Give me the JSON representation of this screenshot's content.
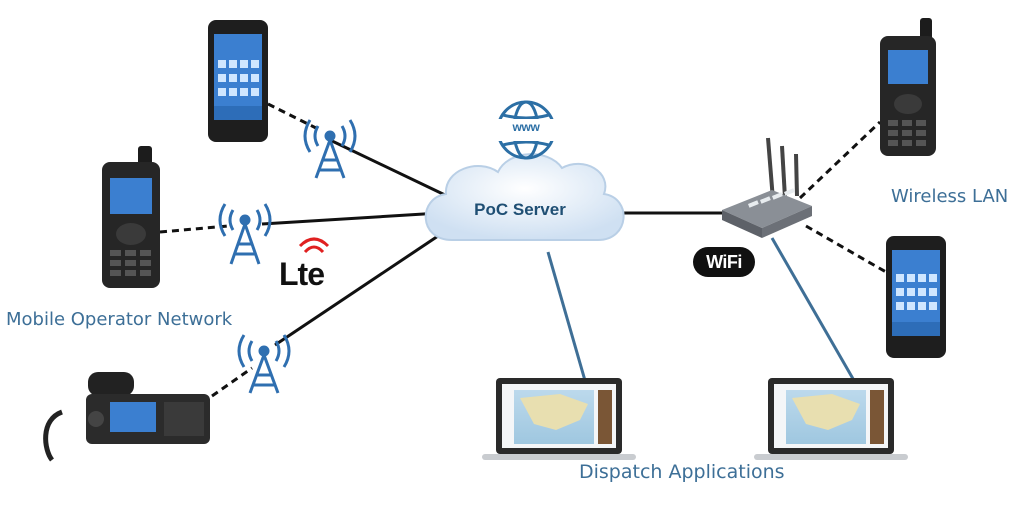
{
  "server": {
    "label": "PoC Server"
  },
  "internet": {
    "label": "www",
    "icon": "globe-icon"
  },
  "labels": {
    "mobile_operator": "Mobile Operator Network",
    "wireless_lan": "Wireless LAN",
    "dispatch": "Dispatch Applications"
  },
  "badges": {
    "lte": "Lte",
    "wifi": "WiFi"
  },
  "colors": {
    "label_blue": "#3d6f97",
    "tower_blue": "#2f6fb0",
    "link_blue": "#3f6f96",
    "cloud_fill": "#dbe9f7",
    "cloud_text": "#1f4f74"
  }
}
